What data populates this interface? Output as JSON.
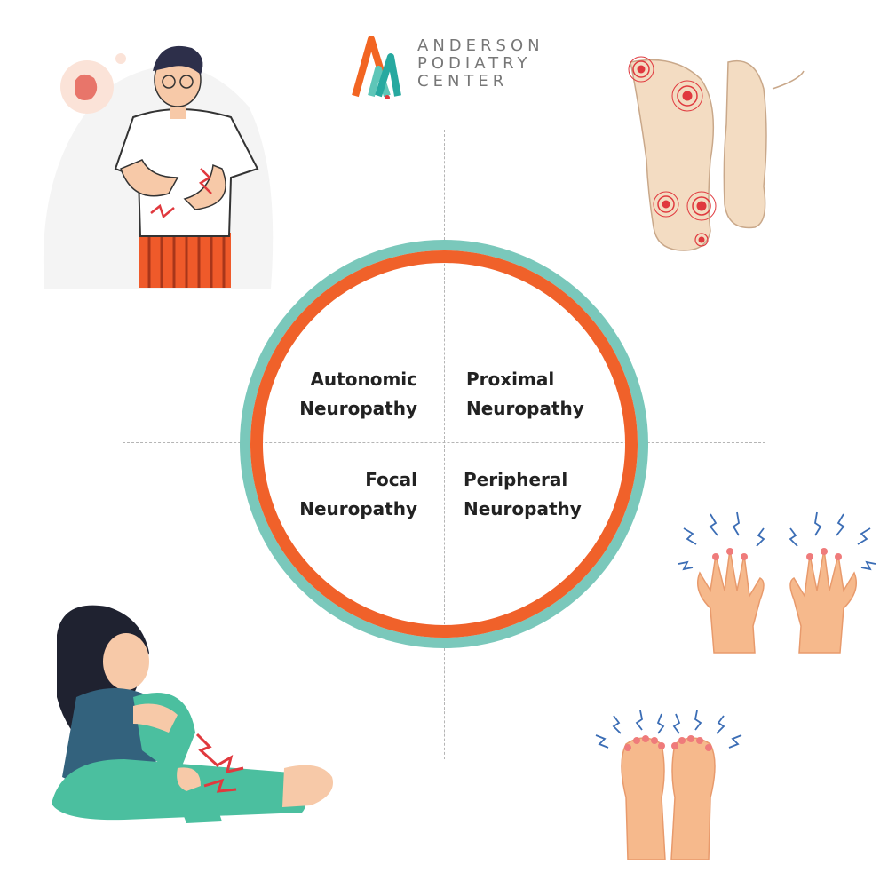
{
  "brand": {
    "line1": "ANDERSON",
    "line2": "PODIATRY",
    "line3": "CENTER",
    "colors": {
      "teal": "#5ec6b8",
      "orange": "#f26522",
      "red": "#e0393e"
    }
  },
  "quadrants": {
    "top_left": {
      "line1": "Autonomic",
      "line2": "Neuropathy",
      "illustration": "man-stomach-pain-illustration"
    },
    "top_right": {
      "line1": "Proximal",
      "line2": "Neuropathy",
      "illustration": "foot-pain-points-illustration"
    },
    "bottom_left": {
      "line1": "Focal",
      "line2": "Neuropathy",
      "illustration": "woman-leg-pain-illustration"
    },
    "bottom_right": {
      "line1": "Peripheral",
      "line2": "Neuropathy",
      "illustration": "tingling-hands-feet-illustration"
    }
  },
  "colors": {
    "ring_outer": "#7ac8bb",
    "ring_inner": "#f0612a",
    "text": "#222222"
  }
}
